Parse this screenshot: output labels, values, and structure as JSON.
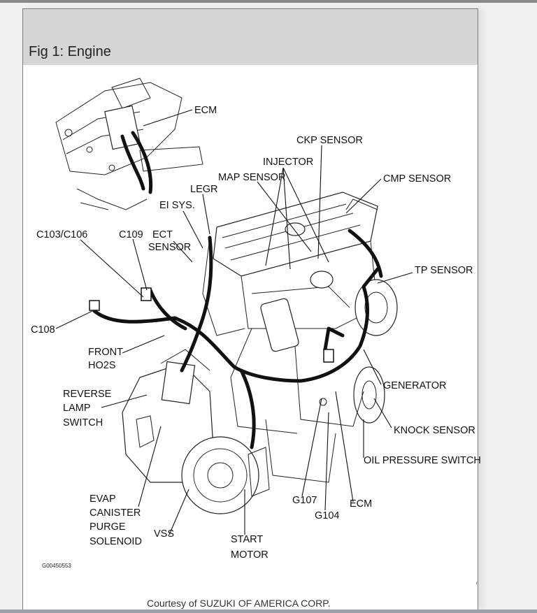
{
  "figure": {
    "title": "Fig 1: Engine",
    "courtesy": "Courtesy of SUZUKI OF AMERICA CORP.",
    "code": "G00450553",
    "side_mark": "r"
  },
  "labels": {
    "ecm_top": "ECM",
    "ckp_sensor": "CKP SENSOR",
    "injector": "INJECTOR",
    "map_sensor": "MAP SENSOR",
    "cmp_sensor": "CMP SENSOR",
    "legr": "LEGR",
    "ei_sys": "EI SYS.",
    "c103_c106": "C103/C106",
    "c109": "C109",
    "ect_line1": "ECT",
    "ect_line2": "SENSOR",
    "tp_sensor": "TP SENSOR",
    "c108": "C108",
    "front_line1": "FRONT",
    "front_line2": "HO2S",
    "generator": "GENERATOR",
    "reverse_line1": "REVERSE",
    "reverse_line2": "LAMP",
    "reverse_line3": "SWITCH",
    "knock_sensor": "KNOCK SENSOR",
    "oil_pressure_switch": "OIL PRESSURE SWITCH",
    "evap_line1": "EVAP",
    "evap_line2": "CANISTER",
    "evap_line3": "PURGE",
    "evap_line4": "SOLENOID",
    "g107": "G107",
    "ecm_bottom": "ECM",
    "g104": "G104",
    "vss": "VSS",
    "start_line1": "START",
    "start_line2": "MOTOR"
  }
}
